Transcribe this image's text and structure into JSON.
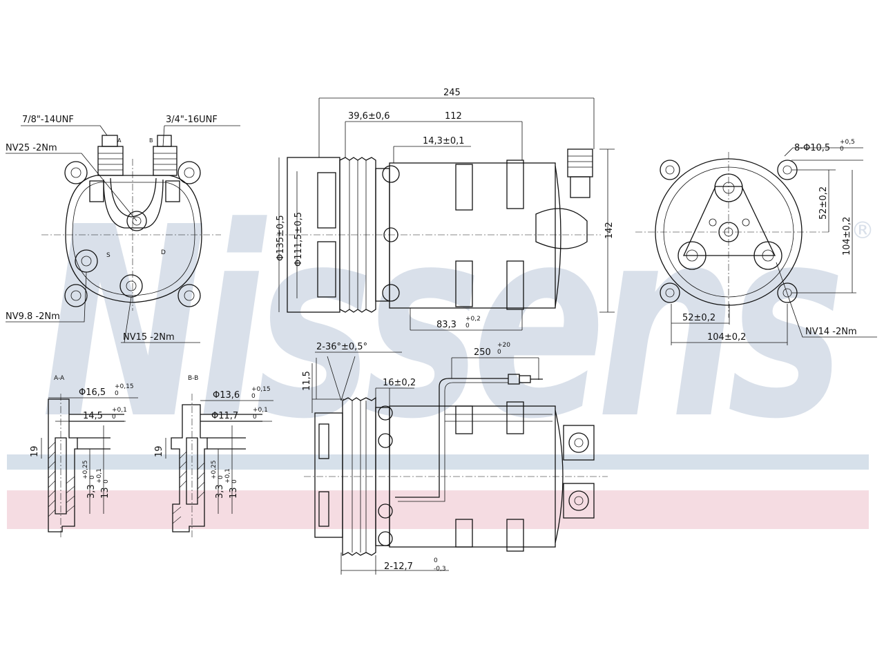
{
  "colors": {
    "watermark": "#d9e0ea",
    "band_blue": "#d6e0ea",
    "band_pink": "#f5dce2",
    "line": "#111111"
  },
  "watermark": {
    "brand": "Nissens",
    "registered": "®"
  },
  "labels": {
    "thread_a": "7/8\"-14UNF",
    "thread_b": "3/4\"-16UNF",
    "torque_25": "NV25 -2Nm",
    "torque_98": "NV9.8 -2Nm",
    "torque_15": "NV15 -2Nm",
    "torque_14": "NV14 -2Nm",
    "port_a_small": "A",
    "port_b_small": "B",
    "port_s": "S",
    "port_d": "D",
    "dim_245": "245",
    "dim_39_6": "39,6±0,6",
    "dim_112": "112",
    "dim_14_3": "14,3±0,1",
    "dim_135": "Φ135±0,5",
    "dim_111_5": "Φ111,5±0,5",
    "dim_142": "142",
    "dim_83_3": "83,3",
    "dim_83_3_tol": "+0,2",
    "dim_83_3_tol0": "0",
    "dim_holes": "8-Φ10,5",
    "dim_holes_tol": "+0,5",
    "dim_holes_tol0": "0",
    "dim_52_v": "52±0,2",
    "dim_104_v": "104±0,2",
    "dim_52_h": "52±0,2",
    "dim_104_h": "104±0,2",
    "detail_a": "A-A",
    "detail_b": "B-B",
    "dim_16_5": "Φ16,5",
    "dim_16_5_tol": "+0,15",
    "dim_16_5_tol0": "0",
    "dim_14_5": "14,5",
    "dim_14_5_tol": "+0,1",
    "dim_14_5_tol0": "0",
    "dim_19_a": "19",
    "dim_3_3_a": "3,3",
    "dim_3_3_a_tol": "+0,25",
    "dim_3_3_a_tol0": "0",
    "dim_13_a": "13",
    "dim_13_a_tol": "+0,1",
    "dim_13_a_tol0": "0",
    "dim_13_6": "Φ13,6",
    "dim_13_6_tol": "+0,15",
    "dim_13_6_tol0": "0",
    "dim_11_7": "Φ11,7",
    "dim_11_7_tol": "+0,1",
    "dim_11_7_tol0": "0",
    "dim_19_b": "19",
    "dim_3_3_b": "3,3",
    "dim_3_3_b_tol": "+0,25",
    "dim_3_3_b_tol0": "0",
    "dim_13_b": "13",
    "dim_13_b_tol": "+0,1",
    "dim_13_b_tol0": "0",
    "dim_angle": "2-36°±0,5°",
    "dim_250": "250",
    "dim_250_tol": "+20",
    "dim_250_tol0": "0",
    "dim_11_5": "11,5",
    "dim_16": "16±0,2",
    "dim_12_7": "2-12,7",
    "dim_12_7_tol": "0",
    "dim_12_7_tol0": "-0,3"
  }
}
